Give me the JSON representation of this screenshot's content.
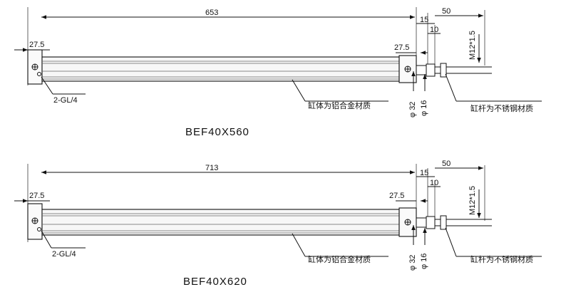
{
  "drawings": [
    {
      "model": "BEF40X560",
      "overall_length": "653",
      "dim_end_left": "27.5",
      "dim_end_right": "27.5",
      "dim_15": "15",
      "dim_10": "10",
      "dim_50": "50",
      "thread": "M12*1.5",
      "dia_32": "φ 32",
      "dia_16": "φ 16",
      "port_label": "2-GL/4",
      "body_note": "缸体为铝合金材质",
      "rod_note": "缸杆为不锈钢材质"
    },
    {
      "model": "BEF40X620",
      "overall_length": "713",
      "dim_end_left": "27.5",
      "dim_end_right": "27.5",
      "dim_15": "15",
      "dim_10": "10",
      "dim_50": "50",
      "thread": "M12*1.5",
      "dia_32": "φ 32",
      "dia_16": "φ 16",
      "port_label": "2-GL/4",
      "body_note": "缸体为铝合金材质",
      "rod_note": "缸杆为不锈钢材质"
    }
  ]
}
